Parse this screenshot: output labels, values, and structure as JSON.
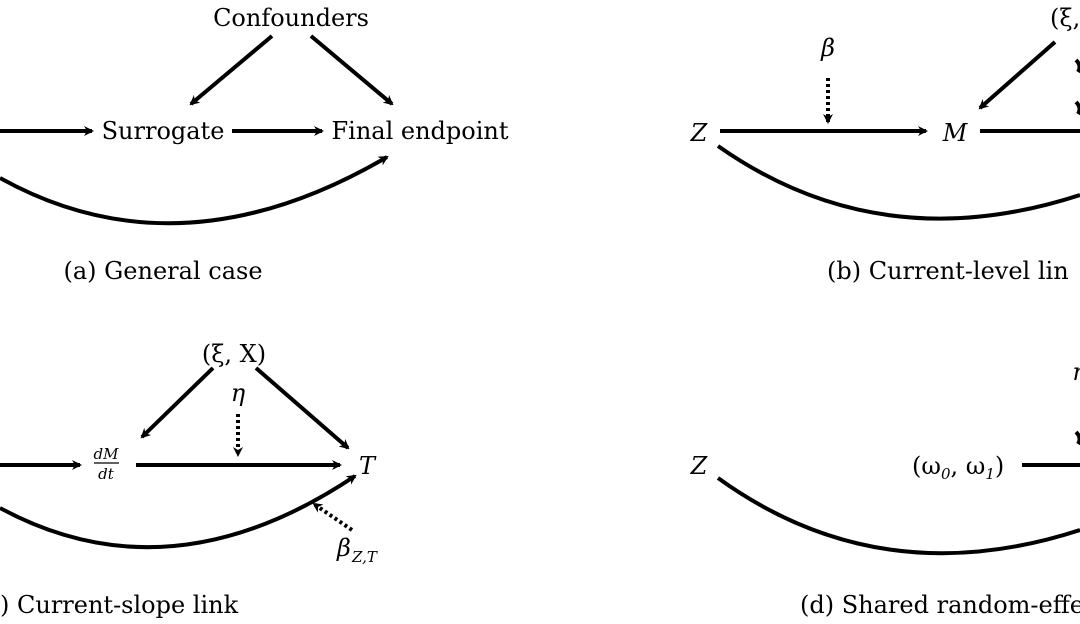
{
  "panel_a": {
    "confounders": "Confounders",
    "surrogate": "Surrogate",
    "final_endpoint": "Final endpoint",
    "caption": "(a) General case"
  },
  "panel_b": {
    "z": "Z",
    "m": "M",
    "beta": "β",
    "top_partial": "(ξ,",
    "caption": "(b) Current-level lin"
  },
  "panel_c": {
    "xi_x": "(ξ, X)",
    "eta": "η",
    "dm": "dM",
    "dt": "dt",
    "t": "T",
    "beta": "β",
    "beta_sub": "Z,T",
    "caption": ") Current-slope link"
  },
  "panel_d": {
    "z": "Z",
    "omega_open": "(ω",
    "omega_0": "0",
    "omega_mid": ", ω",
    "omega_1": "1",
    "omega_close": ")",
    "eta_partial": "η",
    "caption": "(d) Shared random-effe"
  },
  "colors": {
    "ink": "#000000",
    "background": "#ffffff"
  }
}
